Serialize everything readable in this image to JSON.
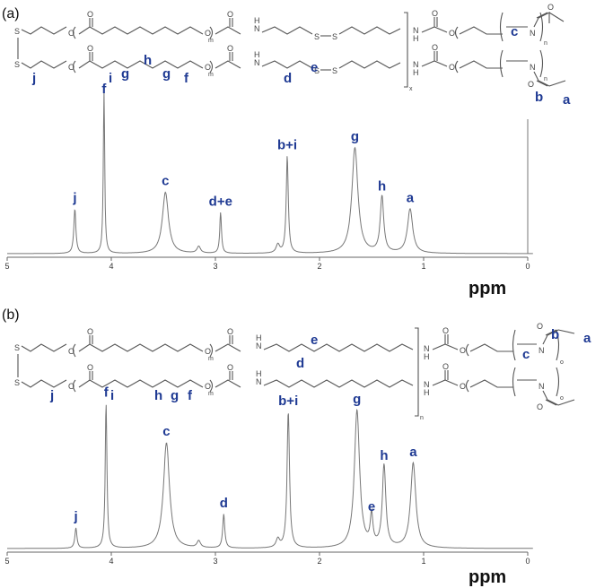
{
  "panels": [
    {
      "id": "a",
      "letter": "(a)",
      "unit": "ppm",
      "ticks": [
        "5",
        "4",
        "3",
        "2",
        "1",
        "0"
      ],
      "structure_labels": [
        "c",
        "j",
        "i",
        "g",
        "h",
        "g",
        "f",
        "d",
        "e",
        "b",
        "a"
      ],
      "atoms": {
        "O": "O",
        "N": "N",
        "NH": "NH",
        "H": "H",
        "S": "S",
        "m": "m",
        "n": "n",
        "x": "x"
      },
      "peaks": [
        {
          "label": "j",
          "ppm": 4.35,
          "h": 0.26,
          "w": 0.012
        },
        {
          "label": "f",
          "ppm": 4.07,
          "h": 0.95,
          "w": 0.008
        },
        {
          "label": "c",
          "ppm": 3.48,
          "h": 0.36,
          "w": 0.035
        },
        {
          "label": "d+e",
          "ppm": 2.95,
          "h": 0.24,
          "w": 0.01
        },
        {
          "label": "b+i",
          "ppm": 2.31,
          "h": 0.57,
          "w": 0.012
        },
        {
          "label": "g",
          "ppm": 1.66,
          "h": 0.62,
          "w": 0.035
        },
        {
          "label": "h",
          "ppm": 1.4,
          "h": 0.33,
          "w": 0.02
        },
        {
          "label": "a",
          "ppm": 1.13,
          "h": 0.26,
          "w": 0.03
        }
      ]
    },
    {
      "id": "b",
      "letter": "(b)",
      "unit": "ppm",
      "ticks": [
        "5",
        "4",
        "3",
        "2",
        "1",
        "0"
      ],
      "structure_labels": [
        "b",
        "a",
        "e",
        "d",
        "c",
        "j",
        "i",
        "h",
        "g",
        "f"
      ],
      "atoms": {
        "O": "O",
        "N": "N",
        "NH": "NH",
        "H": "H",
        "S": "S",
        "m": "m",
        "n": "n",
        "o": "o"
      },
      "peaks": [
        {
          "label": "j",
          "ppm": 4.34,
          "h": 0.12,
          "w": 0.012
        },
        {
          "label": "f",
          "ppm": 4.05,
          "h": 0.85,
          "w": 0.01
        },
        {
          "label": "c",
          "ppm": 3.47,
          "h": 0.62,
          "w": 0.035
        },
        {
          "label": "d",
          "ppm": 2.92,
          "h": 0.2,
          "w": 0.012
        },
        {
          "label": "b+i",
          "ppm": 2.3,
          "h": 0.8,
          "w": 0.014
        },
        {
          "label": "g",
          "ppm": 1.64,
          "h": 0.81,
          "w": 0.03
        },
        {
          "label": "e",
          "ppm": 1.5,
          "h": 0.18,
          "w": 0.015
        },
        {
          "label": "h",
          "ppm": 1.38,
          "h": 0.48,
          "w": 0.02
        },
        {
          "label": "a",
          "ppm": 1.1,
          "h": 0.5,
          "w": 0.03
        }
      ]
    }
  ]
}
